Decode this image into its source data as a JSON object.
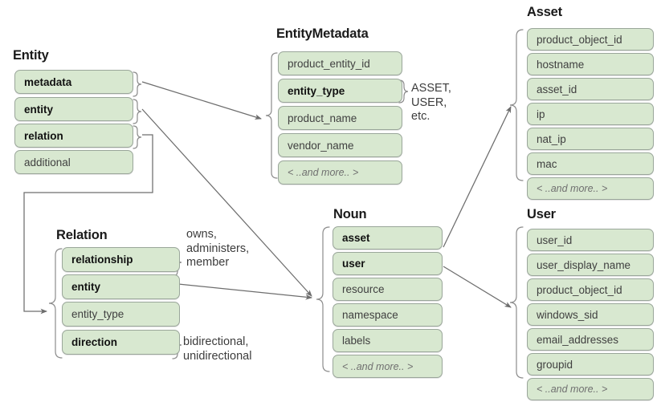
{
  "diagram": {
    "title_entity": "Entity",
    "title_entitymetadata": "EntityMetadata",
    "title_asset": "Asset",
    "title_relation": "Relation",
    "title_noun": "Noun",
    "title_user": "User",
    "more_label": "< ..and more.. >"
  },
  "entity": {
    "title": "Entity",
    "rows": [
      {
        "label": "metadata",
        "bold": true
      },
      {
        "label": "entity",
        "bold": true
      },
      {
        "label": "relation",
        "bold": true
      },
      {
        "label": "additional",
        "bold": false
      }
    ]
  },
  "entitymetadata": {
    "title": "EntityMetadata",
    "rows": [
      {
        "label": "product_entity_id",
        "bold": false
      },
      {
        "label": "entity_type",
        "bold": true
      },
      {
        "label": "product_name",
        "bold": false
      },
      {
        "label": "vendor_name",
        "bold": false
      },
      {
        "label": "< ..and more.. >",
        "bold": false,
        "more": true
      }
    ]
  },
  "asset": {
    "title": "Asset",
    "rows": [
      {
        "label": "product_object_id",
        "bold": false
      },
      {
        "label": "hostname",
        "bold": false
      },
      {
        "label": "asset_id",
        "bold": false
      },
      {
        "label": "ip",
        "bold": false
      },
      {
        "label": "nat_ip",
        "bold": false
      },
      {
        "label": "mac",
        "bold": false
      },
      {
        "label": "< ..and more.. >",
        "bold": false,
        "more": true
      }
    ]
  },
  "relation": {
    "title": "Relation",
    "rows": [
      {
        "label": "relationship",
        "bold": true
      },
      {
        "label": "entity",
        "bold": true
      },
      {
        "label": "entity_type",
        "bold": false
      },
      {
        "label": "direction",
        "bold": true
      }
    ]
  },
  "noun": {
    "title": "Noun",
    "rows": [
      {
        "label": "asset",
        "bold": true
      },
      {
        "label": "user",
        "bold": true
      },
      {
        "label": "resource",
        "bold": false
      },
      {
        "label": "namespace",
        "bold": false
      },
      {
        "label": "labels",
        "bold": false
      },
      {
        "label": "< ..and more.. >",
        "bold": false,
        "more": true
      }
    ]
  },
  "user": {
    "title": "User",
    "rows": [
      {
        "label": "user_id",
        "bold": false
      },
      {
        "label": "user_display_name",
        "bold": false
      },
      {
        "label": "product_object_id",
        "bold": false
      },
      {
        "label": "windows_sid",
        "bold": false
      },
      {
        "label": "email_addresses",
        "bold": false
      },
      {
        "label": "groupid",
        "bold": false
      },
      {
        "label": "< ..and more.. >",
        "bold": false,
        "more": true
      }
    ]
  },
  "annotations": {
    "entity_type_values": "ASSET,\nUSER,\netc.",
    "relationship_values": "owns,\nadministers,\nmember",
    "direction_values": "bidirectional,\nunidirectional"
  },
  "colors": {
    "row_fill": "#d8e8d0",
    "row_border": "#9aa69a",
    "line": "#6d6d6d",
    "text": "#3c3c3c",
    "title_text": "#1a1a1a"
  }
}
